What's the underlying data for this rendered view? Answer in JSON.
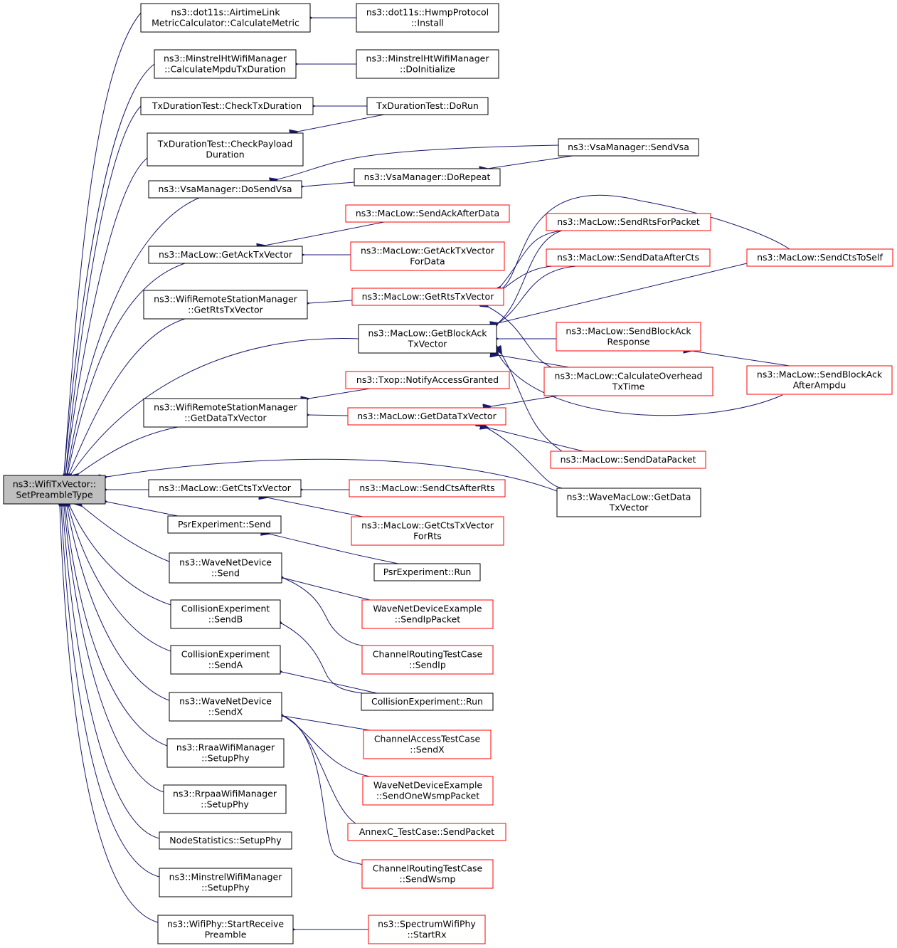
{
  "diagram": {
    "type": "call-graph",
    "colors": {
      "edge": "#191970",
      "root_fill": "#bfbfbf",
      "node_fill": "#ffffff",
      "node_border": "#000000",
      "truncated_border": "#ff0000",
      "text": "#000000"
    },
    "nodes": [
      {
        "id": "root",
        "lines": [
          "ns3::WifiTxVector::",
          "SetPreambleType"
        ],
        "style": "root"
      },
      {
        "id": "a1",
        "lines": [
          "ns3::dot11s::AirtimeLink",
          "MetricCalculator::CalculateMetric"
        ],
        "style": "normal"
      },
      {
        "id": "a2",
        "lines": [
          "ns3::dot11s::HwmpProtocol",
          "::Install"
        ],
        "style": "normal"
      },
      {
        "id": "b1",
        "lines": [
          "ns3::MinstrelHtWifiManager",
          "::CalculateMpduTxDuration"
        ],
        "style": "normal"
      },
      {
        "id": "b2",
        "lines": [
          "ns3::MinstrelHtWifiManager",
          "::DoInitialize"
        ],
        "style": "normal"
      },
      {
        "id": "c1",
        "lines": [
          "TxDurationTest::CheckTxDuration"
        ],
        "style": "normal"
      },
      {
        "id": "c2",
        "lines": [
          "TxDurationTest::DoRun"
        ],
        "style": "normal"
      },
      {
        "id": "d1",
        "lines": [
          "TxDurationTest::CheckPayload",
          "Duration"
        ],
        "style": "normal"
      },
      {
        "id": "vsd",
        "lines": [
          "ns3::VsaManager::DoSendVsa"
        ],
        "style": "normal"
      },
      {
        "id": "vsr",
        "lines": [
          "ns3::VsaManager::DoRepeat"
        ],
        "style": "normal"
      },
      {
        "id": "vss",
        "lines": [
          "ns3::VsaManager::SendVsa"
        ],
        "style": "normal"
      },
      {
        "id": "gack",
        "lines": [
          "ns3::MacLow::GetAckTxVector"
        ],
        "style": "normal"
      },
      {
        "id": "sackd",
        "lines": [
          "ns3::MacLow::SendAckAfterData"
        ],
        "style": "truncated"
      },
      {
        "id": "gackfd",
        "lines": [
          "ns3::MacLow::GetAckTxVector",
          "ForData"
        ],
        "style": "truncated"
      },
      {
        "id": "wrsrts",
        "lines": [
          "ns3::WifiRemoteStationManager",
          "::GetRtsTxVector"
        ],
        "style": "normal"
      },
      {
        "id": "grts",
        "lines": [
          "ns3::MacLow::GetRtsTxVector"
        ],
        "style": "truncated"
      },
      {
        "id": "srtsp",
        "lines": [
          "ns3::MacLow::SendRtsForPacket"
        ],
        "style": "truncated"
      },
      {
        "id": "sdac",
        "lines": [
          "ns3::MacLow::SendDataAfterCts"
        ],
        "style": "truncated"
      },
      {
        "id": "scts",
        "lines": [
          "ns3::MacLow::SendCtsToSelf"
        ],
        "style": "truncated"
      },
      {
        "id": "gba",
        "lines": [
          "ns3::MacLow::GetBlockAck",
          "TxVector"
        ],
        "style": "normal"
      },
      {
        "id": "sbar",
        "lines": [
          "ns3::MacLow::SendBlockAck",
          "Response"
        ],
        "style": "truncated"
      },
      {
        "id": "coh",
        "lines": [
          "ns3::MacLow::CalculateOverhead",
          "TxTime"
        ],
        "style": "truncated"
      },
      {
        "id": "sbaa",
        "lines": [
          "ns3::MacLow::SendBlockAck",
          "AfterAmpdu"
        ],
        "style": "truncated"
      },
      {
        "id": "wrsdata",
        "lines": [
          "ns3::WifiRemoteStationManager",
          "::GetDataTxVector"
        ],
        "style": "normal"
      },
      {
        "id": "txop",
        "lines": [
          "ns3::Txop::NotifyAccessGranted"
        ],
        "style": "truncated"
      },
      {
        "id": "gdata",
        "lines": [
          "ns3::MacLow::GetDataTxVector"
        ],
        "style": "truncated"
      },
      {
        "id": "sdp",
        "lines": [
          "ns3::MacLow::SendDataPacket"
        ],
        "style": "truncated"
      },
      {
        "id": "wmgd",
        "lines": [
          "ns3::WaveMacLow::GetData",
          "TxVector"
        ],
        "style": "normal"
      },
      {
        "id": "gcts",
        "lines": [
          "ns3::MacLow::GetCtsTxVector"
        ],
        "style": "normal"
      },
      {
        "id": "scar",
        "lines": [
          "ns3::MacLow::SendCtsAfterRts"
        ],
        "style": "truncated"
      },
      {
        "id": "gctsfr",
        "lines": [
          "ns3::MacLow::GetCtsTxVector",
          "ForRts"
        ],
        "style": "truncated"
      },
      {
        "id": "psrs",
        "lines": [
          "PsrExperiment::Send"
        ],
        "style": "normal"
      },
      {
        "id": "psrr",
        "lines": [
          "PsrExperiment::Run"
        ],
        "style": "normal"
      },
      {
        "id": "wnds",
        "lines": [
          "ns3::WaveNetDevice",
          "::Send"
        ],
        "style": "normal"
      },
      {
        "id": "wndeip",
        "lines": [
          "WaveNetDeviceExample",
          "::SendIpPacket"
        ],
        "style": "truncated"
      },
      {
        "id": "crip",
        "lines": [
          "ChannelRoutingTestCase",
          "::SendIp"
        ],
        "style": "truncated"
      },
      {
        "id": "ceb",
        "lines": [
          "CollisionExperiment",
          "::SendB"
        ],
        "style": "normal"
      },
      {
        "id": "cea",
        "lines": [
          "CollisionExperiment",
          "::SendA"
        ],
        "style": "normal"
      },
      {
        "id": "cer",
        "lines": [
          "CollisionExperiment::Run"
        ],
        "style": "normal"
      },
      {
        "id": "wndx",
        "lines": [
          "ns3::WaveNetDevice",
          "::SendX"
        ],
        "style": "normal"
      },
      {
        "id": "catx",
        "lines": [
          "ChannelAccessTestCase",
          "::SendX"
        ],
        "style": "truncated"
      },
      {
        "id": "wndews",
        "lines": [
          "WaveNetDeviceExample",
          "::SendOneWsmpPacket"
        ],
        "style": "truncated"
      },
      {
        "id": "anxc",
        "lines": [
          "AnnexC_TestCase::SendPacket"
        ],
        "style": "truncated"
      },
      {
        "id": "crws",
        "lines": [
          "ChannelRoutingTestCase",
          "::SendWsmp"
        ],
        "style": "truncated"
      },
      {
        "id": "rraa",
        "lines": [
          "ns3::RraaWifiManager",
          "::SetupPhy"
        ],
        "style": "normal"
      },
      {
        "id": "rrpaa",
        "lines": [
          "ns3::RrpaaWifiManager",
          "::SetupPhy"
        ],
        "style": "normal"
      },
      {
        "id": "nstat",
        "lines": [
          "NodeStatistics::SetupPhy"
        ],
        "style": "normal"
      },
      {
        "id": "mwm",
        "lines": [
          "ns3::MinstrelWifiManager",
          "::SetupPhy"
        ],
        "style": "normal"
      },
      {
        "id": "wpsrp",
        "lines": [
          "ns3::WifiPhy::StartReceive",
          "Preamble"
        ],
        "style": "normal"
      },
      {
        "id": "swprx",
        "lines": [
          "ns3::SpectrumWifiPhy",
          "::StartRx"
        ],
        "style": "truncated"
      }
    ]
  }
}
